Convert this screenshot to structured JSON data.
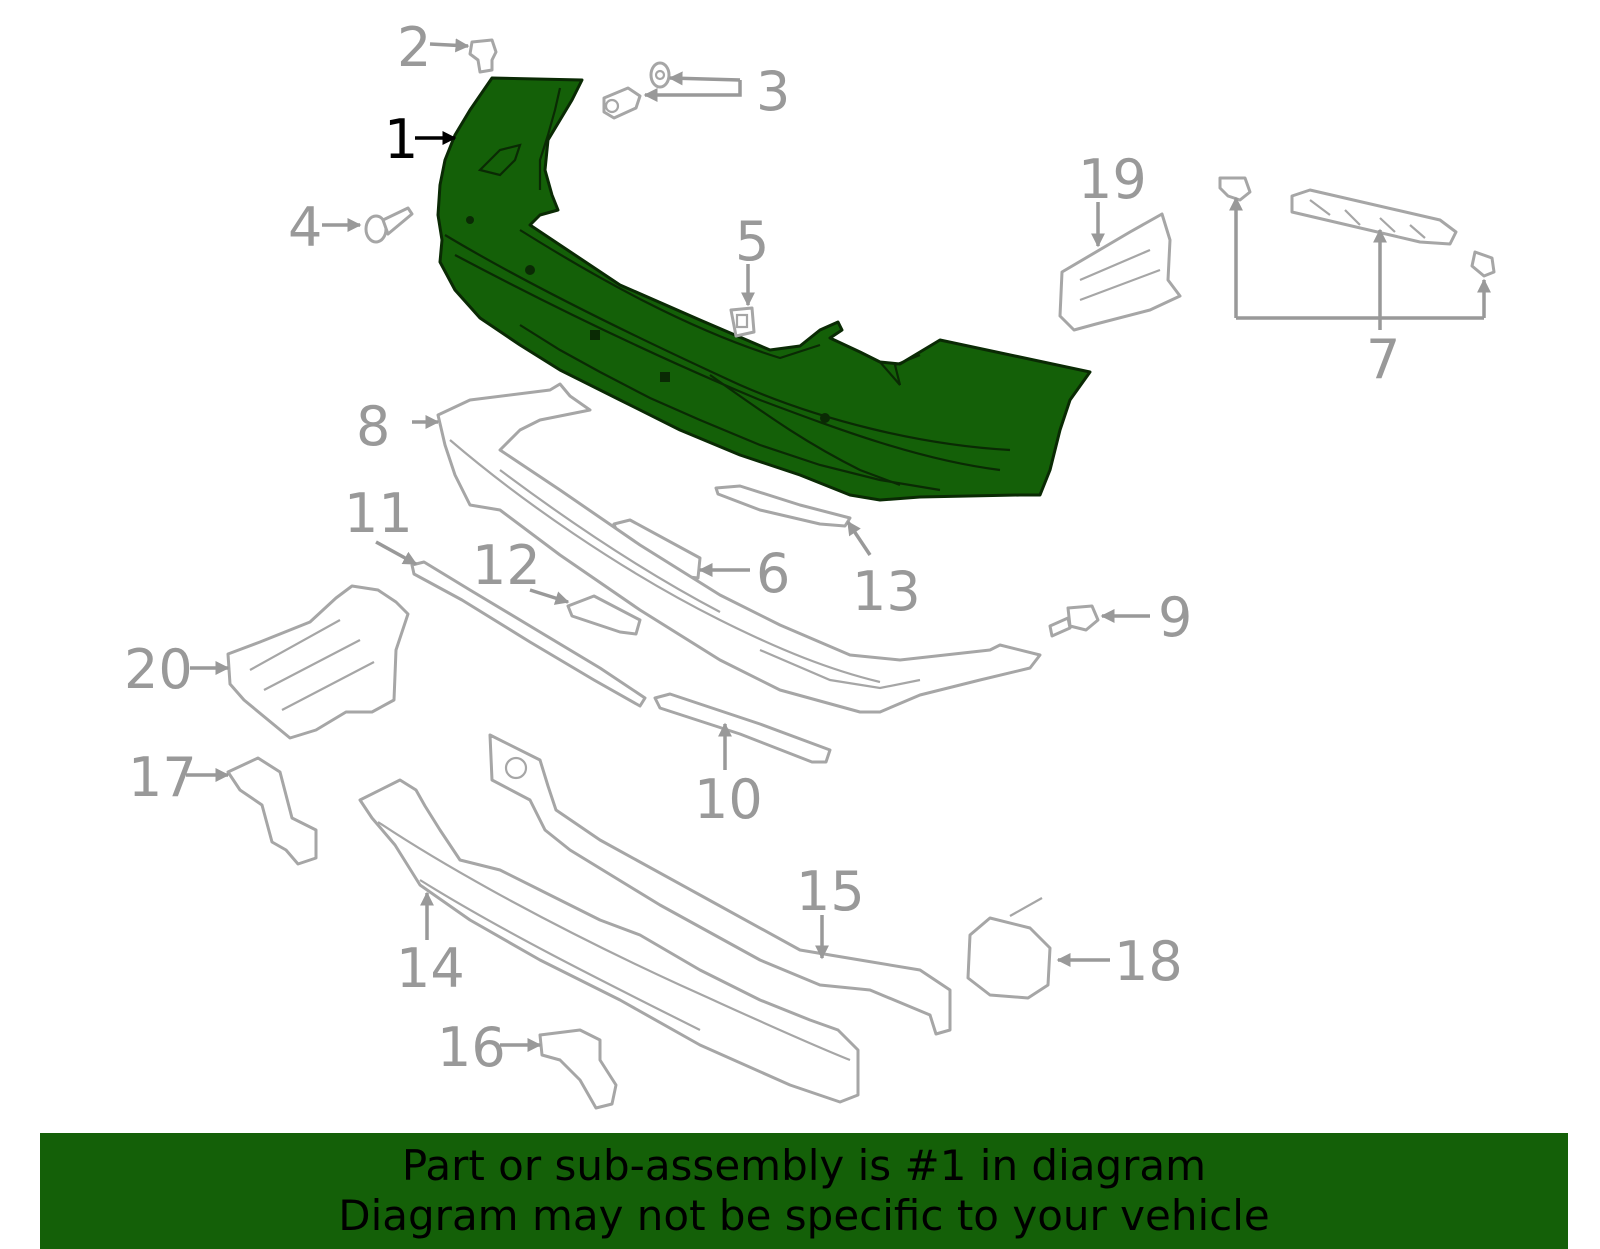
{
  "colors": {
    "highlight_fill": "#146008",
    "footer_background": "#146008",
    "callout_gray": "#999999",
    "callout_active": "#000000",
    "part_outline": "#a6a6a6"
  },
  "callouts": [
    {
      "id": "c1",
      "label": "1",
      "active": true
    },
    {
      "id": "c2",
      "label": "2"
    },
    {
      "id": "c3",
      "label": "3"
    },
    {
      "id": "c4",
      "label": "4"
    },
    {
      "id": "c5",
      "label": "5"
    },
    {
      "id": "c6",
      "label": "6"
    },
    {
      "id": "c7",
      "label": "7"
    },
    {
      "id": "c8",
      "label": "8"
    },
    {
      "id": "c9",
      "label": "9"
    },
    {
      "id": "c10",
      "label": "10"
    },
    {
      "id": "c11",
      "label": "11"
    },
    {
      "id": "c12",
      "label": "12"
    },
    {
      "id": "c13",
      "label": "13"
    },
    {
      "id": "c14",
      "label": "14"
    },
    {
      "id": "c15",
      "label": "15"
    },
    {
      "id": "c16",
      "label": "16"
    },
    {
      "id": "c17",
      "label": "17"
    },
    {
      "id": "c18",
      "label": "18"
    },
    {
      "id": "c19",
      "label": "19"
    },
    {
      "id": "c20",
      "label": "20"
    }
  ],
  "footer": {
    "line1": "Part or sub-assembly is #1 in diagram",
    "line2": "Diagram may not be specific to your vehicle"
  }
}
